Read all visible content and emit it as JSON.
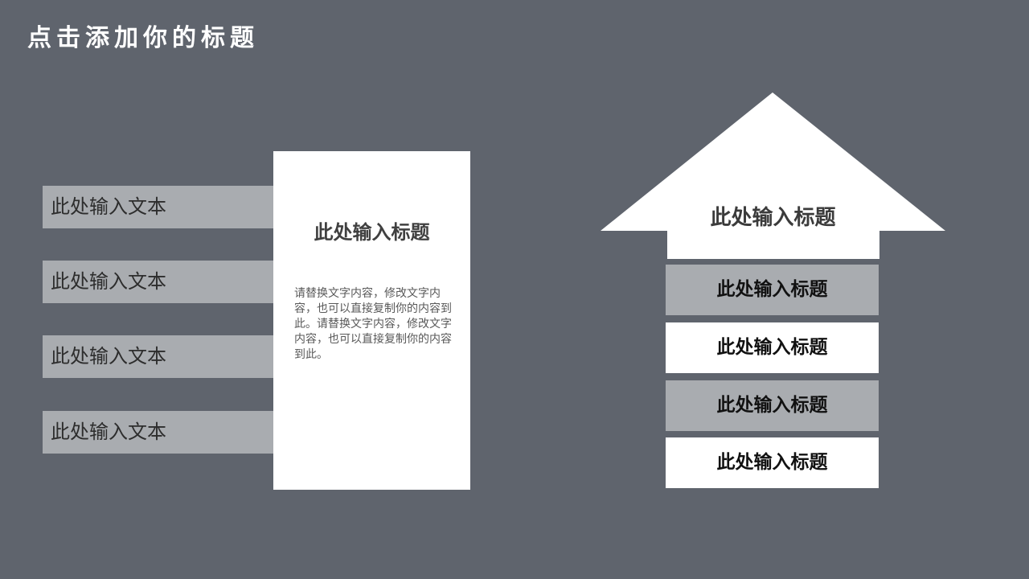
{
  "slide": {
    "title": "点击添加你的标题"
  },
  "left_items": [
    {
      "label": "此处输入文本"
    },
    {
      "label": "此处输入文本"
    },
    {
      "label": "此处输入文本"
    },
    {
      "label": "此处输入文本"
    }
  ],
  "center_card": {
    "title": "此处输入标题",
    "body": "请替换文字内容，修改文字内容，也可以直接复制你的内容到此。请替换文字内容，修改文字内容，也可以直接复制你的内容到此。"
  },
  "arrow": {
    "title": "此处输入标题",
    "items": [
      {
        "label": "此处输入标题"
      },
      {
        "label": "此处输入标题"
      },
      {
        "label": "此处输入标题"
      },
      {
        "label": "此处输入标题"
      }
    ]
  },
  "colors": {
    "background": "#5f646d",
    "gray_block": "#a9acb0",
    "white_block": "#ffffff"
  }
}
